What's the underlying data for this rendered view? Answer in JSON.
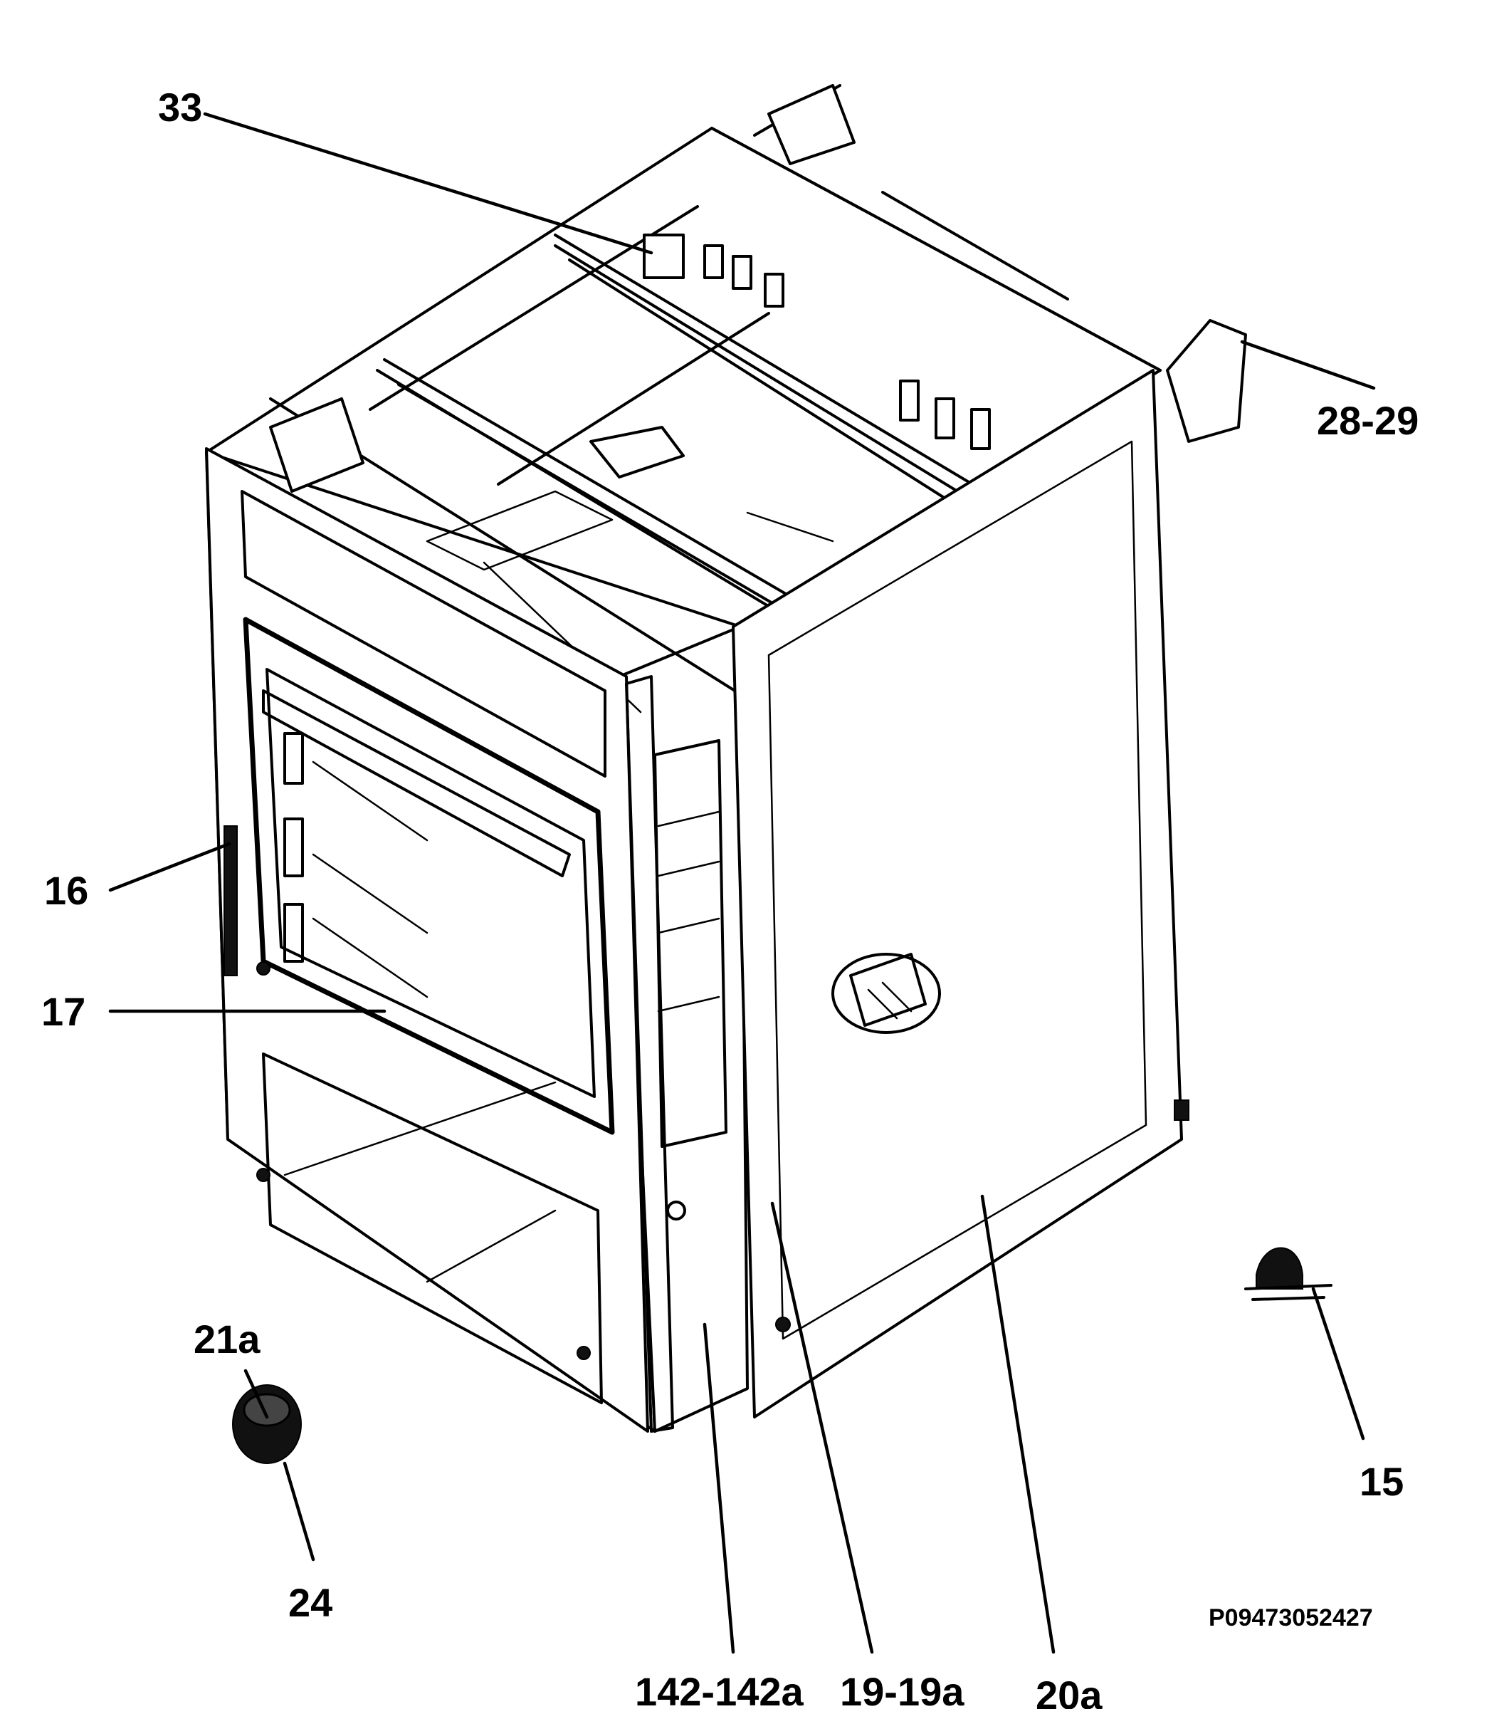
{
  "callouts": {
    "c33": "33",
    "c28_29": "28-29",
    "c16": "16",
    "c17": "17",
    "c21a": "21a",
    "c24": "24",
    "c15": "15",
    "c142": "142-142a",
    "c19": "19-19a",
    "c20a": "20a"
  },
  "drawing_code": "P09473052427"
}
